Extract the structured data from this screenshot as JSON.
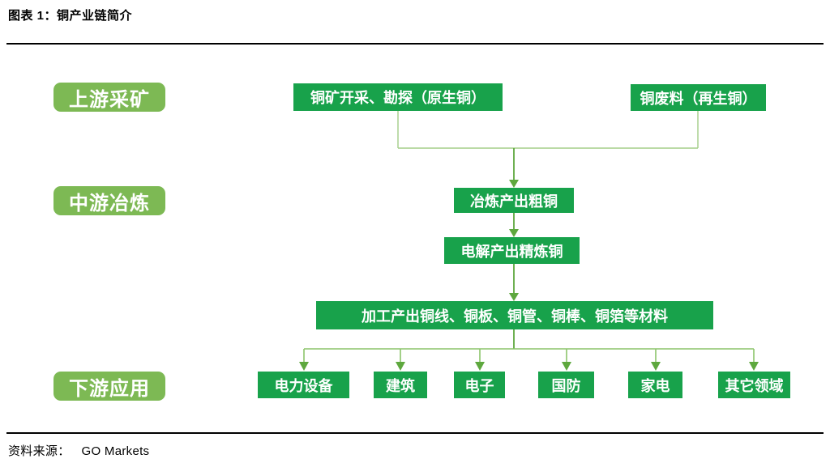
{
  "header": {
    "title": "图表 1：铜产业链简介"
  },
  "footer": {
    "source_label": "资料来源：",
    "source_value": "GO Markets"
  },
  "colors": {
    "node_green": "#18a24b",
    "stage_green": "#7db954",
    "merge_line_green": "#a3cd87",
    "arrow_green": "#5ea83e",
    "rule_black": "#000000"
  },
  "diagram": {
    "stages": [
      {
        "label": "上游采矿"
      },
      {
        "label": "中游冶炼"
      },
      {
        "label": "下游应用"
      }
    ],
    "nodes": {
      "ore": "铜矿开采、勘探（原生铜）",
      "scrap": "铜废料（再生铜）",
      "smelt": "冶炼产出粗铜",
      "electro": "电解产出精炼铜",
      "process": "加工产出铜线、铜板、铜管、铜棒、铜箔等材料",
      "apps": [
        "电力设备",
        "建筑",
        "电子",
        "国防",
        "家电",
        "其它领域"
      ]
    }
  }
}
